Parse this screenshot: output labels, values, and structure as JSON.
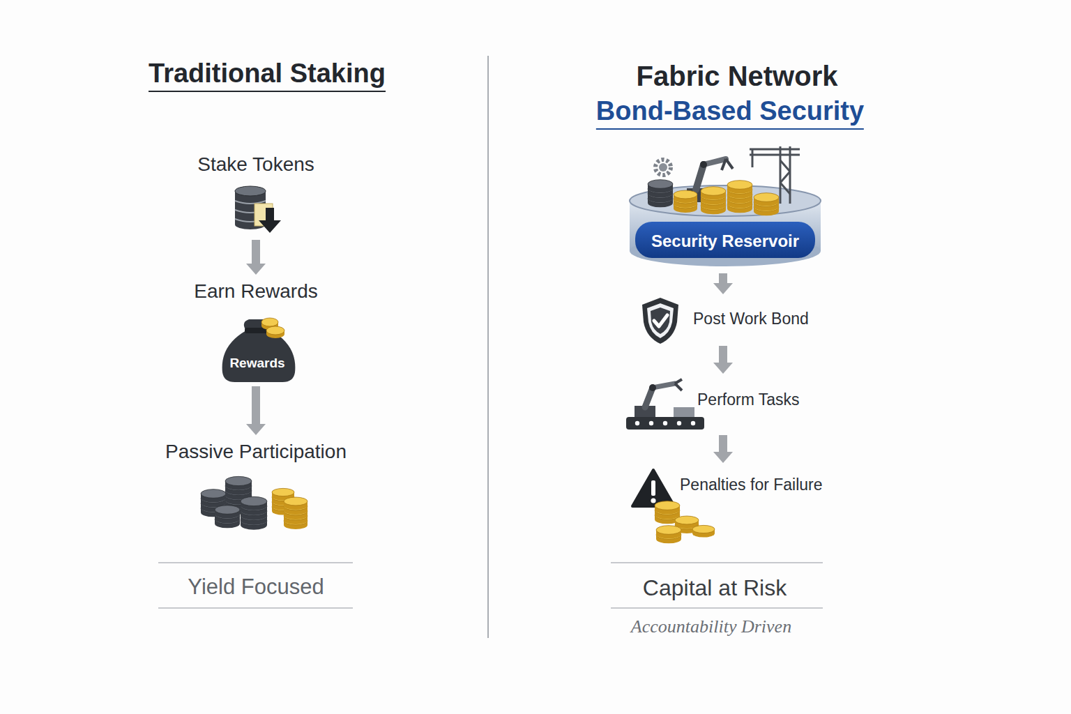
{
  "diagram": {
    "nodes": [
      {
        "text": [
          "Stake Tokens"
        ]
      },
      {
        "text": [
          "Earn Rewards",
          "Rewards"
        ]
      },
      {
        "text": [
          "Passive Participation"
        ]
      },
      {
        "text": [
          "Security Reservoir"
        ]
      },
      {
        "text": [
          "Post Work Bond"
        ]
      },
      {
        "text": [
          "Perform Tasks"
        ]
      },
      {
        "text": [
          "Penalties for Failure"
        ]
      }
    ],
    "edges": [
      {
        "from": 0,
        "to": 1,
        "arrow": "to"
      },
      {
        "from": 1,
        "to": 2,
        "arrow": "to"
      },
      {
        "from": 3,
        "to": 4,
        "arrow": "to"
      },
      {
        "from": 4,
        "to": 5,
        "arrow": "to"
      },
      {
        "from": 5,
        "to": 6,
        "arrow": "to"
      }
    ],
    "labels": [
      "Traditional Staking",
      "Fabric Network",
      "Bond-Based Security",
      "Yield Focused",
      "Capital at Risk",
      "Accountability Driven"
    ]
  }
}
